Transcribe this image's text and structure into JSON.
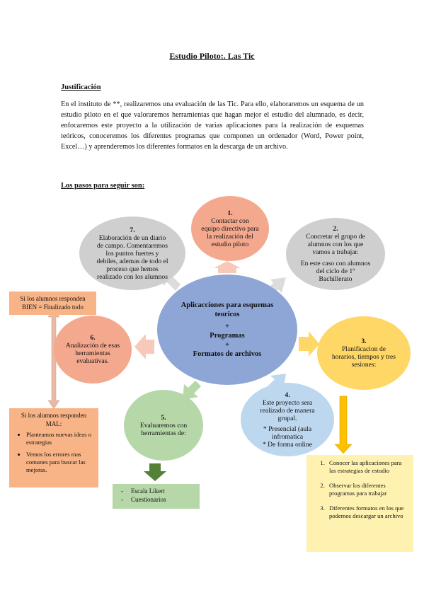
{
  "title": "Estudio Piloto:. Las Tic",
  "justificacion": {
    "heading": "Justificación",
    "text": "En el instituto de **, realizaremos una evaluación de las Tic. Para ello,  elaboraremos un esquema de un estudio piloto en el que valoraremos herramientas que hagan mejor el estudio del alumnado, es decir, enfocaremos este proyecto a la utilización de varias aplicaciones para la realización de esquemas teóricos, conoceremos los diferentes programas que componen un ordenador (Word, Power point, Excel…) y aprenderemos los diferentes formatos en la descarga de un archivo."
  },
  "pasos_heading": "Los pasos para seguir son:",
  "center": {
    "line1": "Aplicacciones para esquemas teoricos",
    "plus1": "+",
    "line2": "Programas",
    "plus2": "+",
    "line3": "Formatos de archivos"
  },
  "steps": {
    "s1": {
      "num": "1.",
      "text": "Contactar con equipo directivo para la realización del estudio piloto"
    },
    "s2": {
      "num": "2.",
      "text": "Concretar el grupo de alumnos con los que vamos a trabajar.",
      "text2": "En este caso con alumnos del ciclo de 1º Bachillerato"
    },
    "s3": {
      "num": "3.",
      "text": "Planificacion de horarios, tiempos y tres sesiones:"
    },
    "s4": {
      "num": "4.",
      "text": "Este proyecto sera realizado de manera grupal.",
      "opt1": "* Presencial (aula infromatica",
      "opt2": "* De forma online"
    },
    "s5": {
      "num": "5.",
      "text": "Evaluaremos con herramientas de:"
    },
    "s6": {
      "num": "6.",
      "text": "Analización de esas herramientas evaluativas."
    },
    "s7": {
      "num": "7.",
      "text": "Elaboración de un diario de campo. Comentaremos los puntos fuertes y debiles, ademas de todo el proceso que hemos realizado con los alumnos"
    }
  },
  "bien_box": "Si los alumnos responden BIEN = Finalizado todo",
  "mal_box": {
    "heading": "Si los alumnos responden MAL:",
    "items": [
      "Planteamos nuevas ideas o estrategias",
      "Vemos los errores mas comunes para buscar las mejoras."
    ]
  },
  "tools_box": {
    "items": [
      "Escala Likert",
      "Cuestionarios"
    ]
  },
  "sessions_box": {
    "items": [
      "Conocer las aplicaciones para las estrategias de estudio",
      "Observar los diferentes programas para trabajar",
      "Diferentes formatos en los que podemos descargar un archivo"
    ]
  },
  "colors": {
    "salmon": "#f4a88e",
    "gray": "#cfcfcf",
    "blue": "#8ea6d6",
    "yellow": "#ffd766",
    "light_blue": "#bdd7ee",
    "green": "#b6d7a8",
    "dark_green": "#538135",
    "orange_box": "#f8b486",
    "pale_yellow": "#fff2b0"
  }
}
